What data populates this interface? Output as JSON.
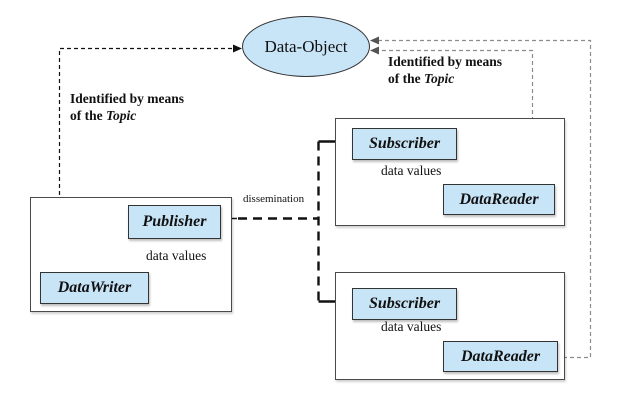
{
  "colors": {
    "node_fill": "#c8e4f7",
    "node_border": "#333333",
    "container_border": "#4a4a4a",
    "connector_dark": "#111111",
    "connector_gray": "#8c8c8c",
    "text": "#111111",
    "background": "#ffffff"
  },
  "data_object": {
    "label": "Data-Object"
  },
  "topic_note_left": {
    "line1": "Identified by means",
    "line2_prefix": "of the ",
    "topic": "Topic"
  },
  "topic_note_right": {
    "line1": "Identified by means",
    "line2_prefix": "of the ",
    "topic": "Topic"
  },
  "dissemination_label": "dissemination",
  "publisher_group": {
    "publisher_label": "Publisher",
    "data_writer_label": "DataWriter",
    "arrow_label": "data values"
  },
  "subscriber_groups": [
    {
      "subscriber_label": "Subscriber",
      "data_reader_label": "DataReader",
      "arrow_label": "data values"
    },
    {
      "subscriber_label": "Subscriber",
      "data_reader_label": "DataReader",
      "arrow_label": "data values"
    }
  ]
}
